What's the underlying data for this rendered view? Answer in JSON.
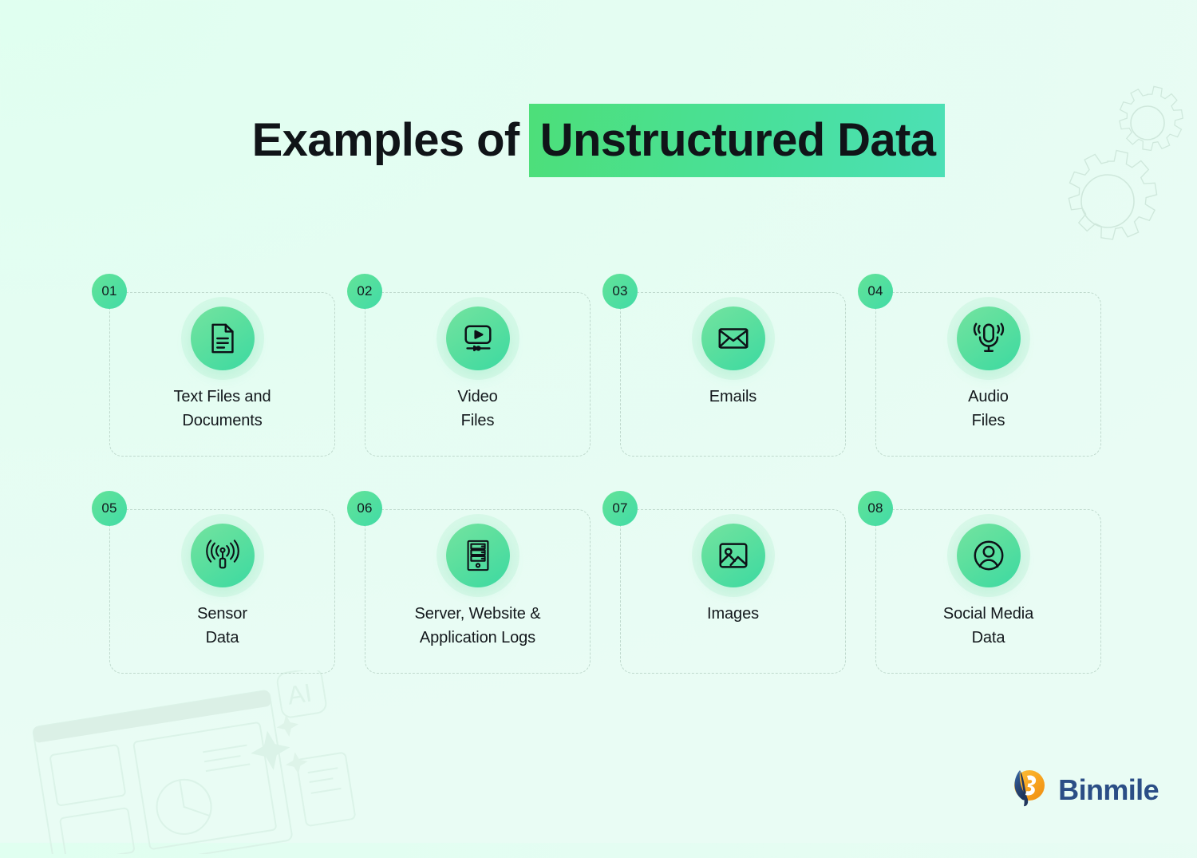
{
  "page": {
    "title_plain": "Examples of",
    "title_highlight": "Unstructured Data",
    "background_color": "#e4fdf2",
    "accent_green": "#4bdf9b",
    "highlight_gradient_start": "#4ddf79",
    "highlight_gradient_end": "#4ce0b6"
  },
  "cards": [
    {
      "number": "01",
      "label": "Text Files and\nDocuments",
      "icon": "document-icon"
    },
    {
      "number": "02",
      "label": "Video\nFiles",
      "icon": "video-player-icon"
    },
    {
      "number": "03",
      "label": "Emails",
      "icon": "envelope-icon"
    },
    {
      "number": "04",
      "label": "Audio\nFiles",
      "icon": "microphone-icon"
    },
    {
      "number": "05",
      "label": "Sensor\nData",
      "icon": "sensor-antenna-icon"
    },
    {
      "number": "06",
      "label": "Server, Website &\nApplication Logs",
      "icon": "server-tower-icon"
    },
    {
      "number": "07",
      "label": "Images",
      "icon": "image-picture-icon"
    },
    {
      "number": "08",
      "label": "Social Media\nData",
      "icon": "user-avatar-icon"
    }
  ],
  "brand": {
    "name": "Binmile",
    "mark_color_primary": "#f5a623",
    "mark_color_secondary": "#23406e",
    "wordmark_color": "#2b4e86"
  },
  "decorations": {
    "gears": "gear-outline-icon",
    "dashboard": "ai-dashboard-watermark"
  }
}
